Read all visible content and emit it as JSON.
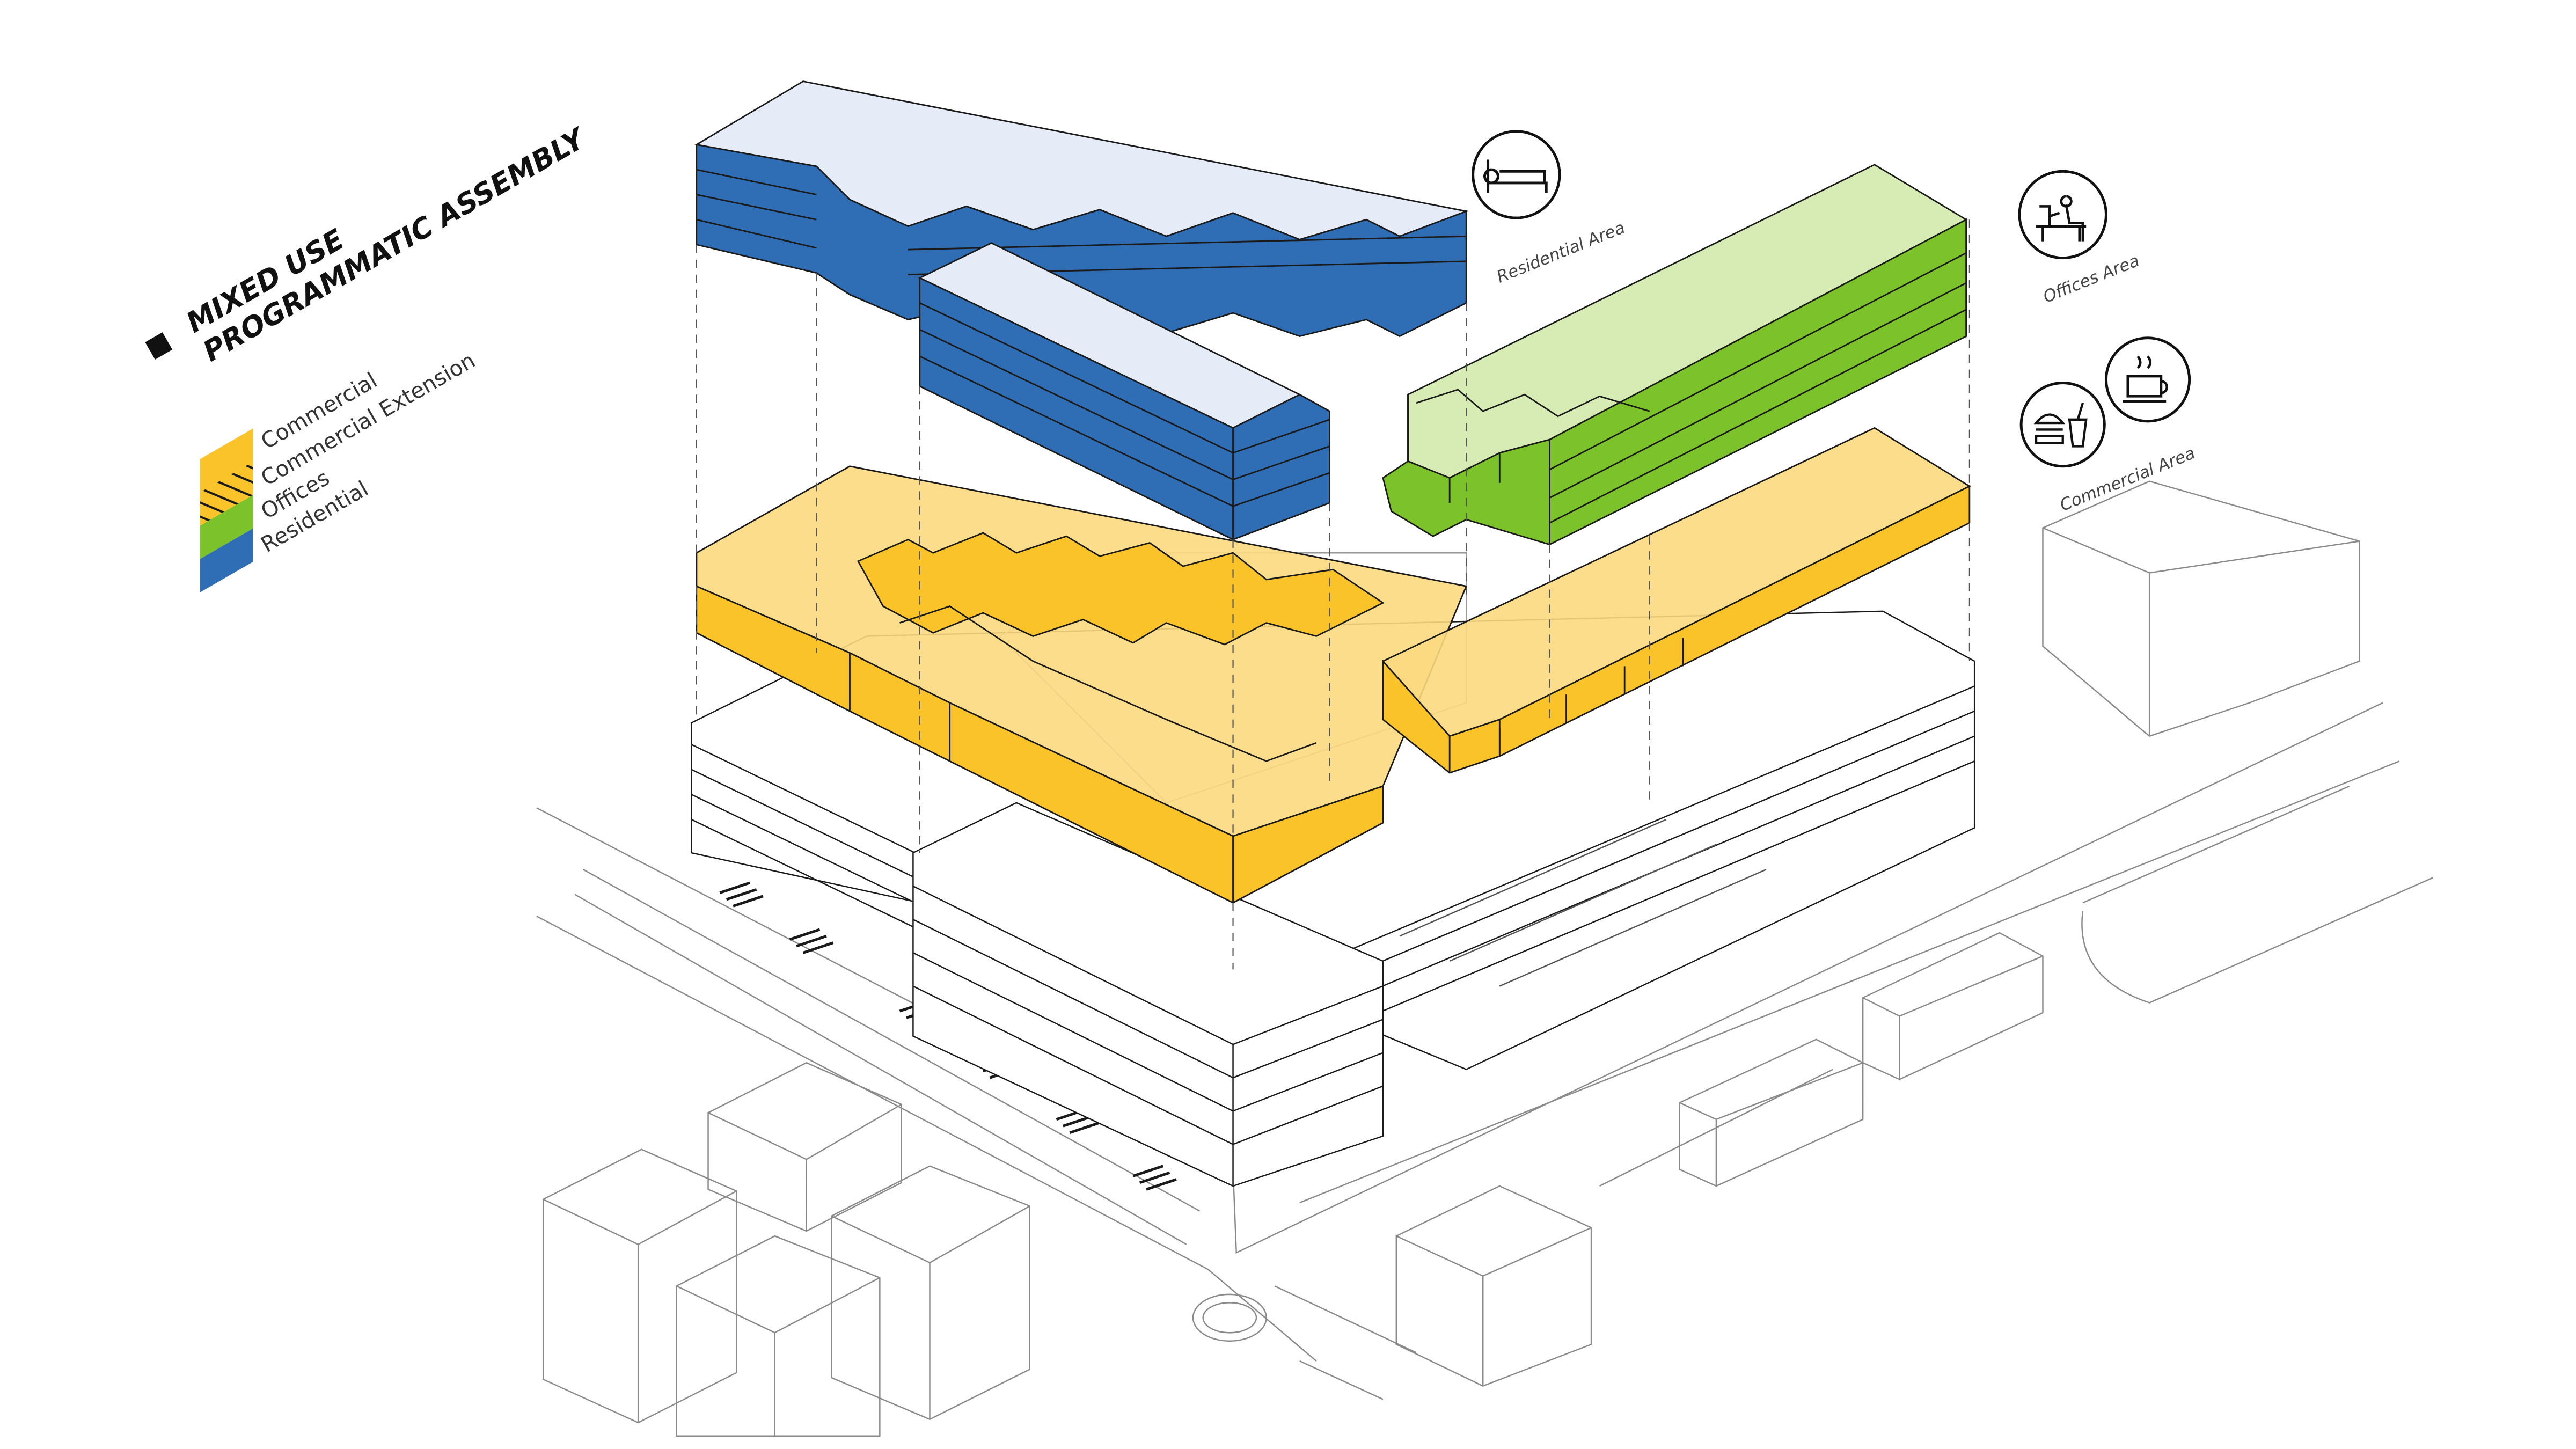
{
  "diagram": {
    "title": {
      "line1": "MIXED USE",
      "line2": "PROGRAMMATIC ASSEMBLY"
    },
    "legend": [
      {
        "label": "Commercial",
        "color": "#FBC32A",
        "pattern": "solid"
      },
      {
        "label": "Commercial Extension",
        "color": "#FBC32A",
        "pattern": "hatch"
      },
      {
        "label": "Offices",
        "color": "#7CC22A",
        "pattern": "solid"
      },
      {
        "label": "Residential",
        "color": "#2F6DB4",
        "pattern": "solid"
      }
    ],
    "areas": {
      "residential": "Residential Area",
      "offices": "Offices Area",
      "commercial": "Commercial Area"
    },
    "icons": {
      "residential": "bed-icon",
      "offices": "office-worker-icon",
      "commercial_food": "burger-drink-icon",
      "commercial_coffee": "coffee-cup-icon"
    },
    "colors": {
      "residential_side": "#2F6DB4",
      "residential_top": "#E6ECF7",
      "offices_side": "#7CC22A",
      "offices_top": "#D7ECB4",
      "commercial_side": "#FBC32A",
      "commercial_top": "#FCD980",
      "line": "#1a1a1a",
      "context_line": "#8a8a8a"
    }
  }
}
